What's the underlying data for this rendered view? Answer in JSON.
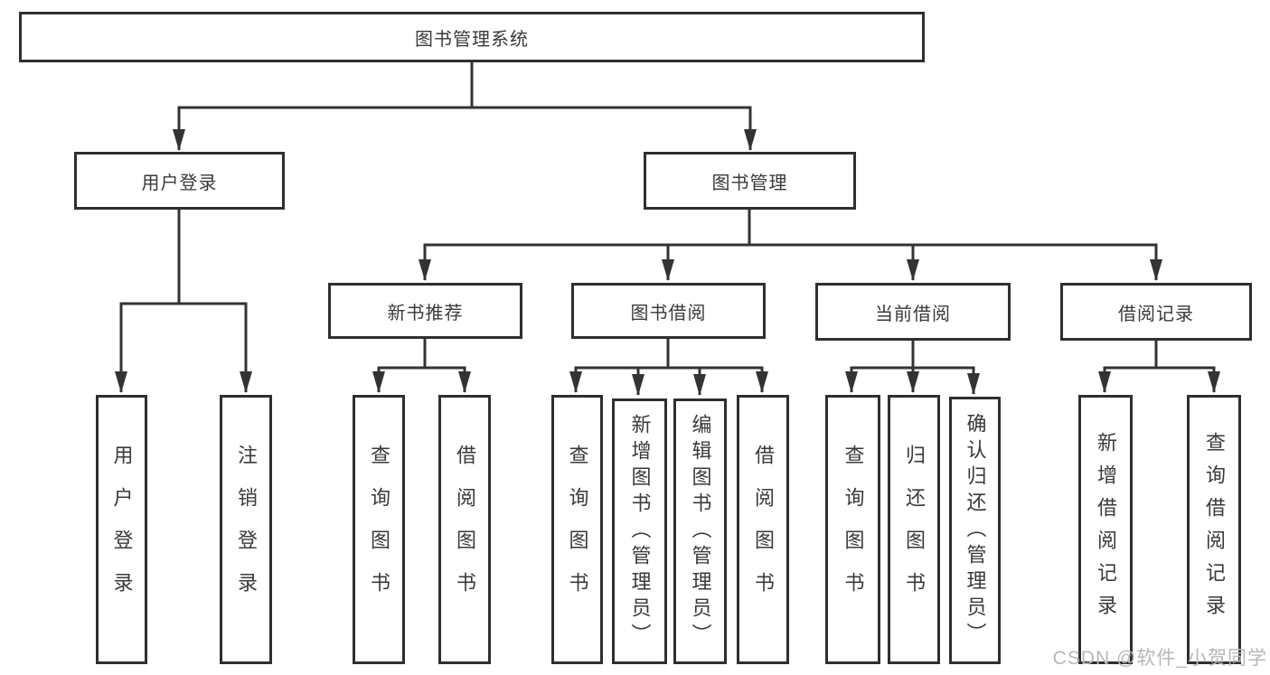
{
  "root": {
    "label": "图书管理系统",
    "children": [
      {
        "label": "用户登录",
        "children": [
          {
            "label": "用户登录"
          },
          {
            "label": "注销登录"
          }
        ]
      },
      {
        "label": "图书管理",
        "children": [
          {
            "label": "新书推荐",
            "children": [
              {
                "label": "查询图书"
              },
              {
                "label": "借阅图书"
              }
            ]
          },
          {
            "label": "图书借阅",
            "children": [
              {
                "label": "查询图书"
              },
              {
                "label": "新增图书（管理员）"
              },
              {
                "label": "编辑图书（管理员）"
              },
              {
                "label": "借阅图书"
              }
            ]
          },
          {
            "label": "当前借阅",
            "children": [
              {
                "label": "查询图书"
              },
              {
                "label": "归还图书"
              },
              {
                "label": "确认归还（管理员）"
              }
            ]
          },
          {
            "label": "借阅记录",
            "children": [
              {
                "label": "新增借阅记录"
              },
              {
                "label": "查询借阅记录"
              }
            ]
          }
        ]
      }
    ]
  },
  "watermark": {
    "text": "CSDN @软件_小贺同学"
  },
  "colors": {
    "line": "#333333",
    "text": "#3a3a3a",
    "box_border": "#2f2f2f",
    "watermark": "#b7b7b7",
    "background": "#ffffff"
  }
}
